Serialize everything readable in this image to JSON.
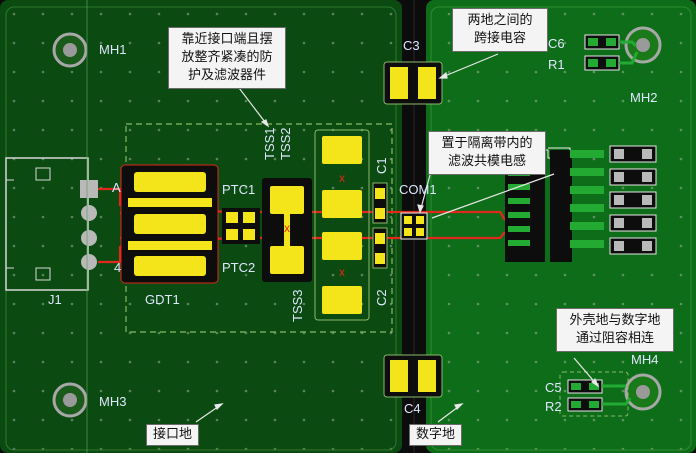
{
  "colors": {
    "board_dark": "#0b4a10",
    "board_light": "#0e6d18",
    "gap": "#0c0c0c",
    "copper_pad": "#f4e41a",
    "trace": "#e0281c",
    "silk": "#f0f0f0",
    "outline": "#9acd5a",
    "hole": "#b9b9b9"
  },
  "labels": {
    "mh1": "MH1",
    "mh2": "MH2",
    "mh3": "MH3",
    "mh4": "MH4",
    "j1": "J1",
    "gdt1": "GDT1",
    "ptc1": "PTC1",
    "ptc2": "PTC2",
    "tss1": "TSS1",
    "tss2": "TSS2",
    "tss3": "TSS3",
    "c1": "C1",
    "c2": "C2",
    "c3": "C3",
    "c4": "C4",
    "c5": "C5",
    "c6": "C6",
    "r1": "R1",
    "r2": "R2",
    "com1": "COM1",
    "pin_a": "A",
    "pin_4": "4"
  },
  "callouts": {
    "protection": {
      "line1": "靠近接口端且摆",
      "line2": "放整齐紧凑的防",
      "line3": "护及滤波器件"
    },
    "bridge_cap": {
      "line1": "两地之间的",
      "line2": "跨接电容"
    },
    "common_mode": {
      "line1": "置于隔离带内的",
      "line2": "滤波共模电感"
    },
    "shell_ground": {
      "line1": "外壳地与数字地",
      "line2": "通过阻容相连"
    },
    "interface_ground": "接口地",
    "digital_ground": "数字地"
  }
}
